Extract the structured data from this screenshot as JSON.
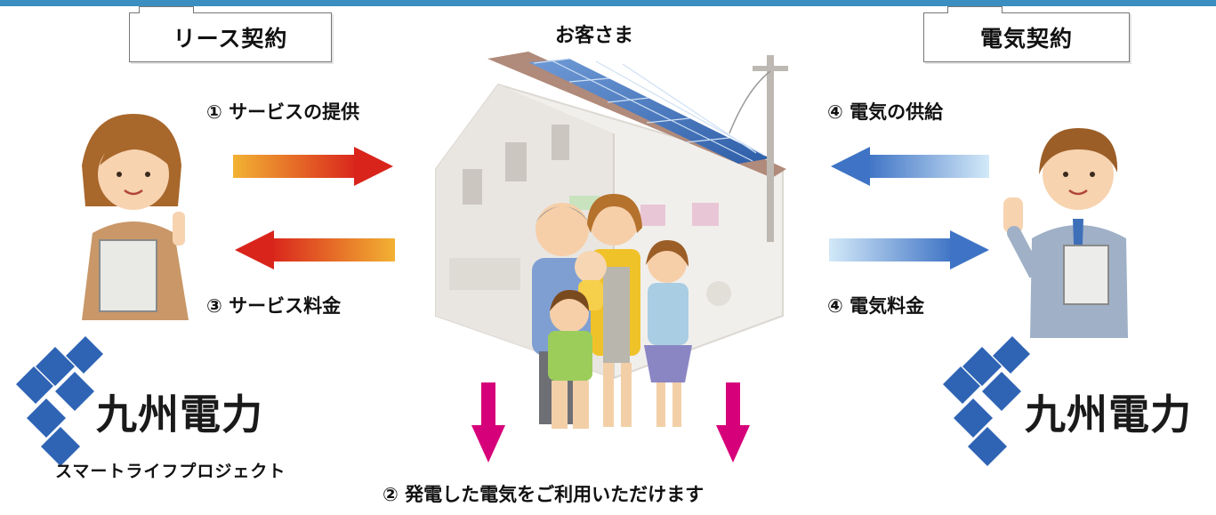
{
  "header": {
    "left_contract": "リース契約",
    "center_title": "お客さま",
    "right_contract": "電気契約"
  },
  "flows": {
    "service_provision": "① サービスの提供",
    "service_fee": "③ サービス料金",
    "electricity_supply": "④ 電気の供給",
    "electricity_fee": "④ 電気料金",
    "generated_use": "② 発電した電気をご利用いただけます"
  },
  "logos": {
    "left_name": "九州電力",
    "left_sub": "スマートライフプロジェクト",
    "right_name": "九州電力"
  },
  "colors": {
    "brand_blue": "#2f64b4",
    "arrow_warm_start": "#f2b233",
    "arrow_warm_end": "#d9241c",
    "arrow_blue_start": "#cfe6f7",
    "arrow_blue_end": "#3e73c5",
    "arrow_down": "#d6007a"
  }
}
